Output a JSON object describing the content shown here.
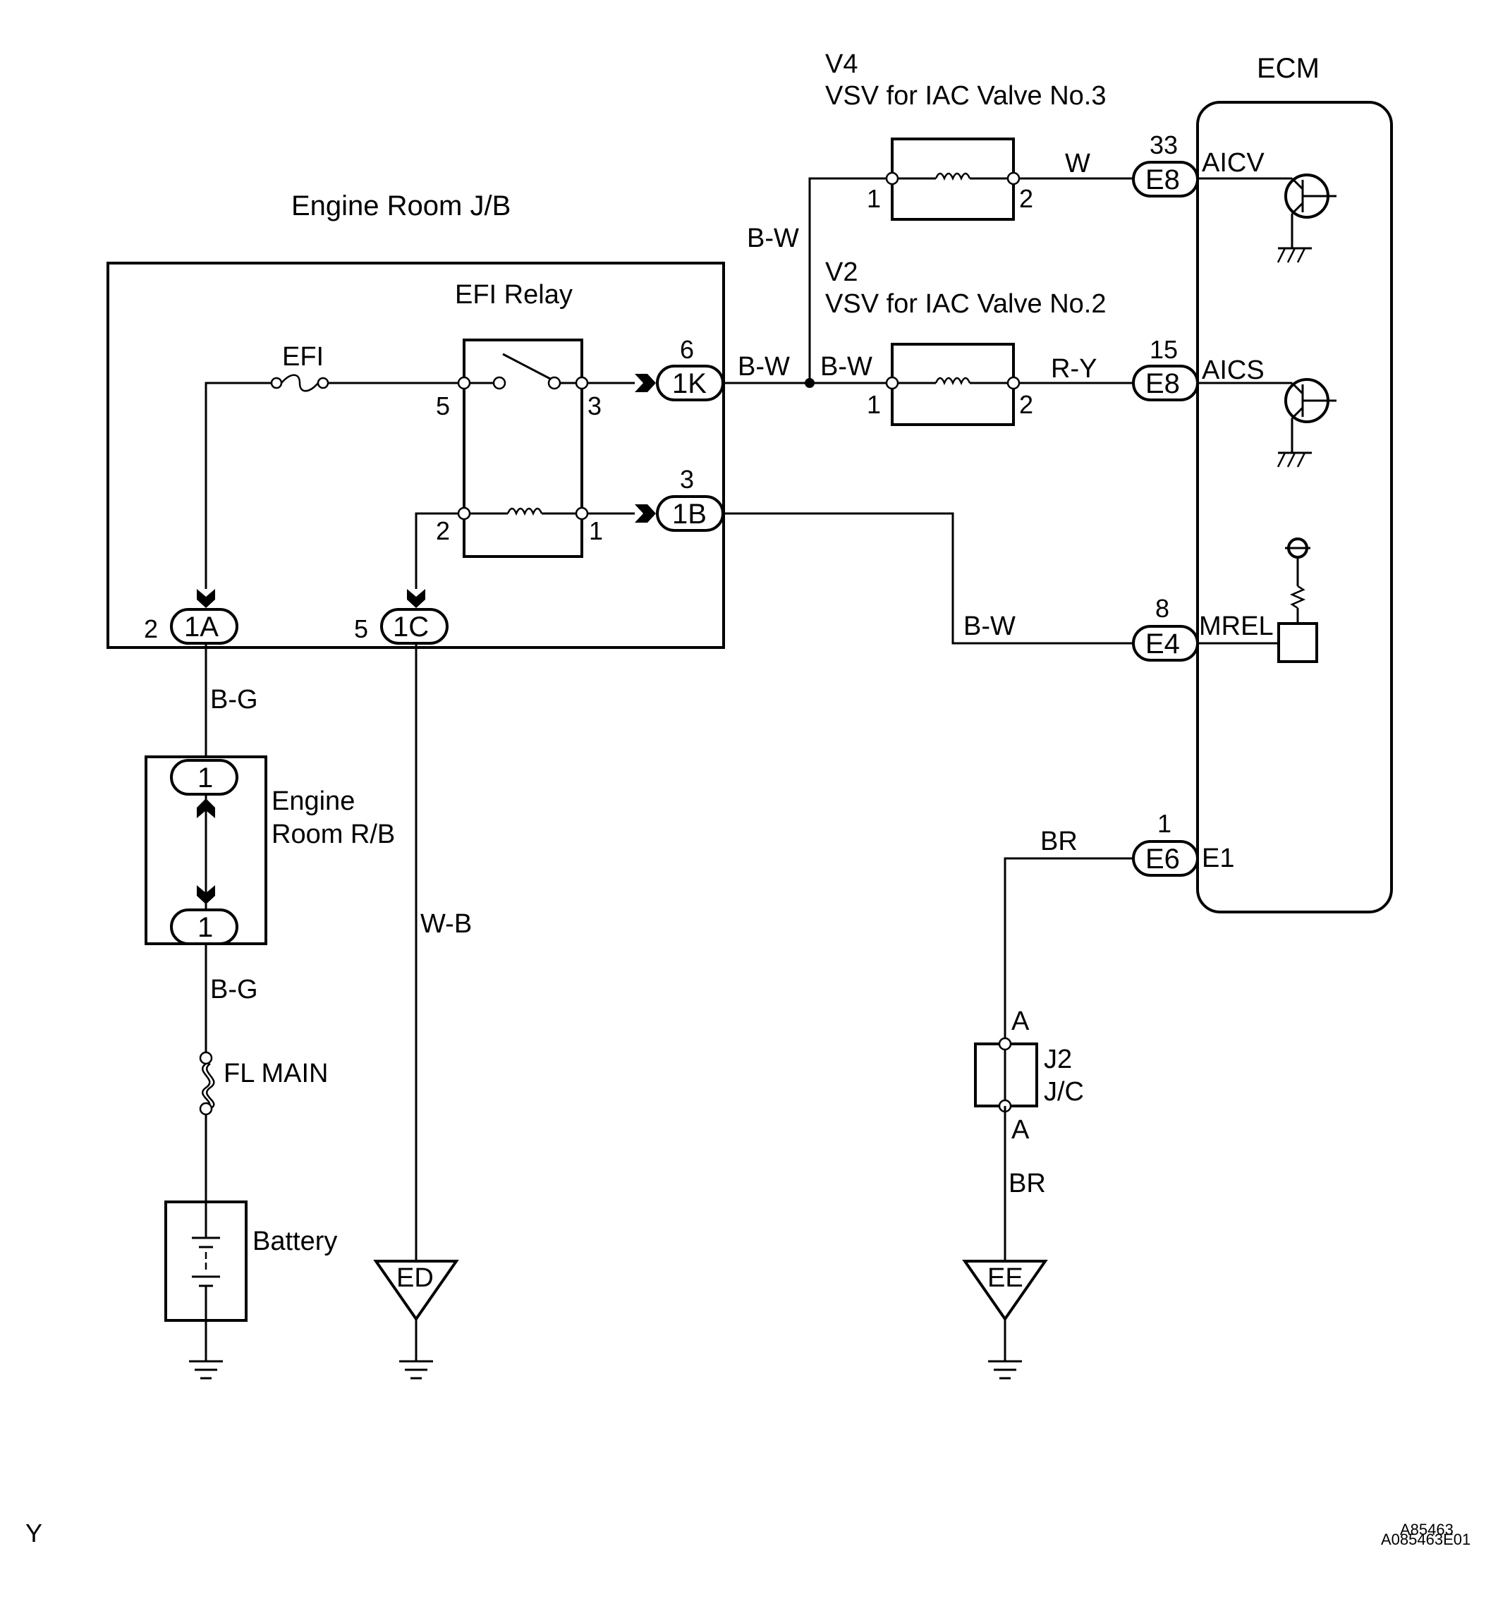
{
  "components": {
    "ecm": "ECM",
    "jb": "Engine Room J/B",
    "efi_relay": "EFI Relay",
    "efi_fuse": "EFI",
    "v4_id": "V4",
    "v4_name": "VSV for IAC Valve No.3",
    "v2_id": "V2",
    "v2_name": "VSV for IAC Valve No.2",
    "rb_line1": "Engine",
    "rb_line2": "Room R/B",
    "fl_main": "FL MAIN",
    "battery": "Battery",
    "jc_id": "J2",
    "jc_name": "J/C",
    "ground_ed": "ED",
    "ground_ee": "EE"
  },
  "connectors": {
    "c1K": "1K",
    "c1B": "1B",
    "c1A": "1A",
    "c1C": "1C",
    "rb_top": "1",
    "rb_bottom": "1",
    "e8_aicv": "E8",
    "e8_aics": "E8",
    "e4": "E4",
    "e6": "E6"
  },
  "pins": {
    "c1K": "6",
    "c1B": "3",
    "c1A": "2",
    "c1C": "5",
    "relay_5": "5",
    "relay_3": "3",
    "relay_2": "2",
    "relay_1": "1",
    "v4_1": "1",
    "v4_2": "2",
    "v2_1": "1",
    "v2_2": "2",
    "e8_aicv": "33",
    "e8_aics": "15",
    "e4": "8",
    "e6": "1",
    "jc_top": "A",
    "jc_bottom": "A"
  },
  "ecm_terminals": {
    "aicv": "AICV",
    "aics": "AICS",
    "mrel": "MREL",
    "e1": "E1"
  },
  "wire_colors": {
    "bw_vertical": "B-W",
    "bw_from_1k": "B-W",
    "bw_to_v2": "B-W",
    "w": "W",
    "ry": "R-Y",
    "bw_mrel": "B-W",
    "bg_upper": "B-G",
    "bg_lower": "B-G",
    "wb": "W-B",
    "br_upper": "BR",
    "br_lower": "BR"
  },
  "footer": {
    "left_code": "Y",
    "right_code_top": "A85463",
    "right_code_bottom": "A085463E01"
  }
}
